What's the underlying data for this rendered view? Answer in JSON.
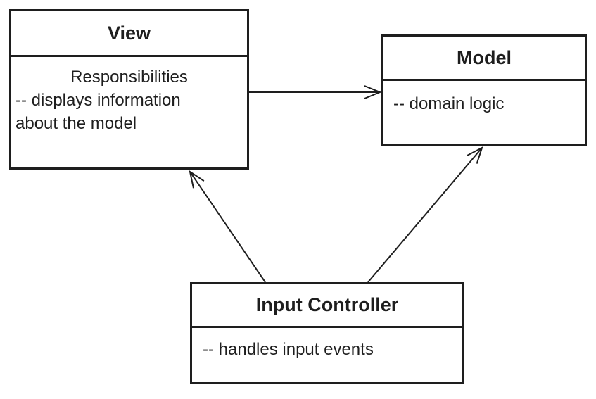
{
  "diagram": {
    "type": "uml-class-diagram",
    "subject": "Model-View-Controller pattern",
    "colors": {
      "line": "#1e1e1e",
      "background": "#ffffff"
    },
    "nodes": [
      {
        "id": "view",
        "title": "View",
        "body": [
          "Responsibilities",
          "-- displays information",
          "about the model"
        ]
      },
      {
        "id": "model",
        "title": "Model",
        "body": [
          "-- domain logic"
        ]
      },
      {
        "id": "input-controller",
        "title": "Input Controller",
        "body": [
          "-- handles input events"
        ]
      }
    ],
    "edges": [
      {
        "from": "view",
        "to": "model",
        "style": "open-arrow"
      },
      {
        "from": "input-controller",
        "to": "view",
        "style": "open-arrow"
      },
      {
        "from": "input-controller",
        "to": "model",
        "style": "open-arrow"
      }
    ]
  }
}
